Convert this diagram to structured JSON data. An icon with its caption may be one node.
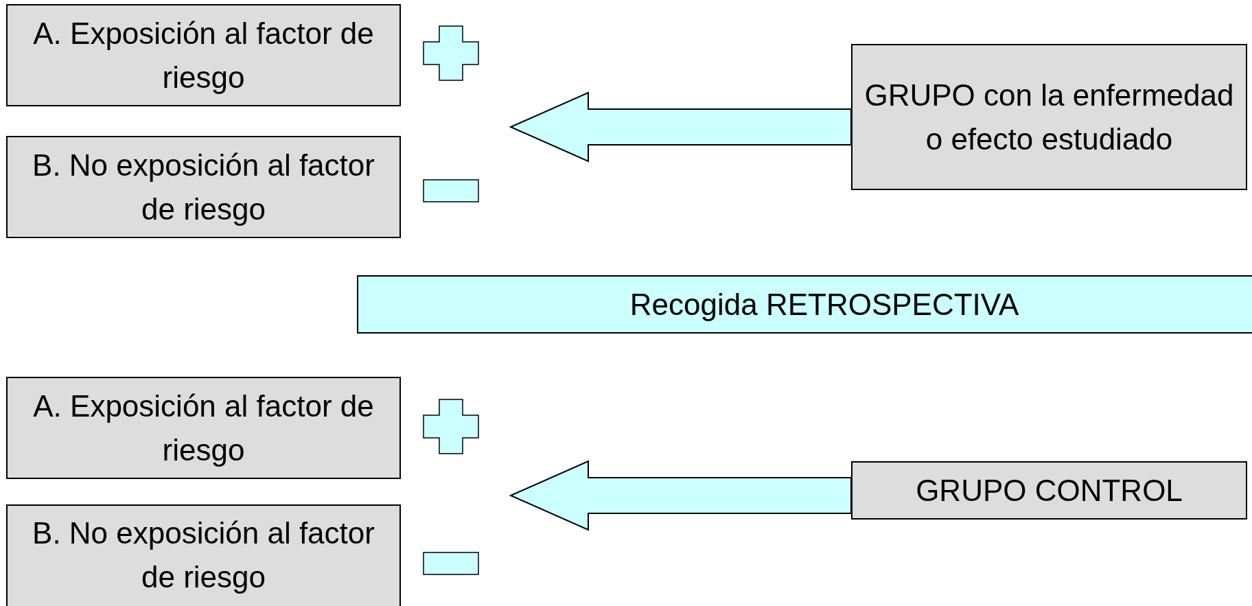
{
  "diagram": {
    "nodes": [
      {
        "text": [
          "A. Exposición al factor de riesgo"
        ]
      },
      {
        "text": [
          "B. No exposición al factor de riesgo"
        ]
      },
      {
        "text": [
          "GRUPO con la enfermedad o efecto estudiado"
        ]
      },
      {
        "text": [
          "Recogida RETROSPECTIVA"
        ]
      },
      {
        "text": [
          "A. Exposición al factor de riesgo"
        ]
      },
      {
        "text": [
          "B. No exposición al factor de riesgo"
        ]
      },
      {
        "text": [
          "GRUPO CONTROL"
        ]
      }
    ],
    "edges": [
      {
        "from": 2,
        "to": null,
        "arrow": "to"
      },
      {
        "from": 6,
        "to": null,
        "arrow": "to"
      }
    ]
  }
}
